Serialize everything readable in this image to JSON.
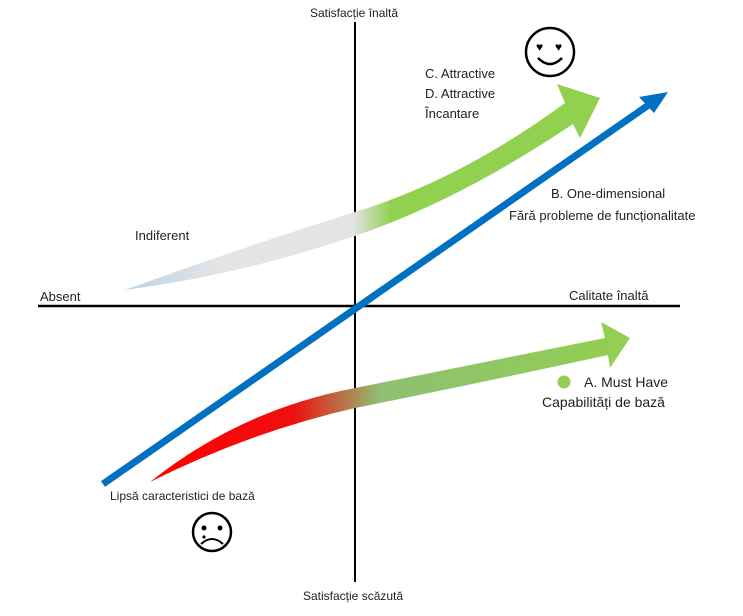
{
  "axes": {
    "top": "Satisfacție înaltă",
    "bottom": "Satisfacție scăzută",
    "left": "Absent",
    "right": "Calitate înaltă"
  },
  "curves": {
    "attractive": {
      "line1": "C. Attractive",
      "line2": "D. Attractive",
      "line3": "Încantare",
      "color": "#92d050"
    },
    "indifferent": {
      "label": "Indiferent"
    },
    "one_dimensional": {
      "line1": "B. One-dimensional",
      "line2": "Fără probleme de funcționalitate",
      "color": "#0070c0"
    },
    "must_have": {
      "line1": "A. Must Have",
      "line2": "Capabilități de bază",
      "color_start": "#ff0000",
      "color_end": "#92d050"
    },
    "missing_basics": {
      "label": "Lipsă caracteristici de bază"
    }
  },
  "icons": {
    "happy": "smiley-heart-eyes-icon",
    "sad": "sad-crying-face-icon"
  }
}
